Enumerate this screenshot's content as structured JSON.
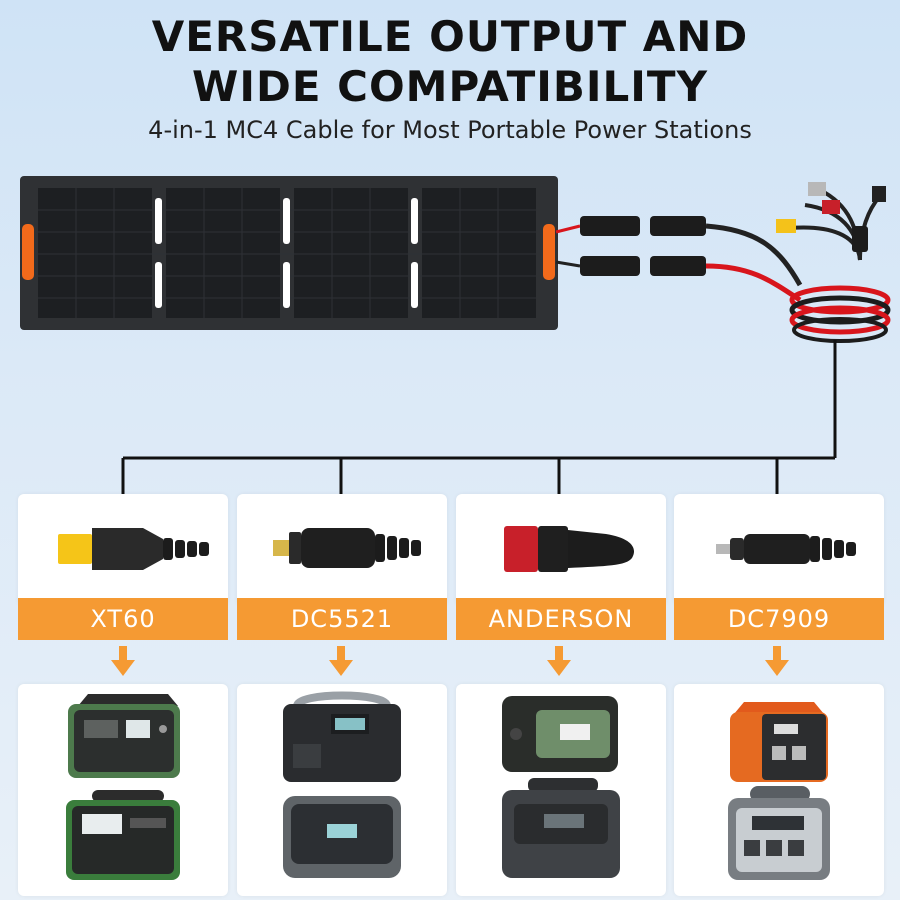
{
  "header": {
    "title_line1": "VERSATILE OUTPUT AND",
    "title_line2": "WIDE COMPATIBILITY",
    "subtitle": "4-in-1 MC4 Cable for Most Portable Power Stations"
  },
  "connectors": [
    {
      "label": "XT60",
      "icon": "xt60-connector-icon"
    },
    {
      "label": "DC5521",
      "icon": "dc5521-connector-icon"
    },
    {
      "label": "ANDERSON",
      "icon": "anderson-connector-icon"
    },
    {
      "label": "DC7909",
      "icon": "dc7909-connector-icon"
    }
  ],
  "colors": {
    "accent": "#f59a33",
    "panel": "#2b2d30",
    "handle": "#f26a1b",
    "cable_red": "#d8151c"
  }
}
